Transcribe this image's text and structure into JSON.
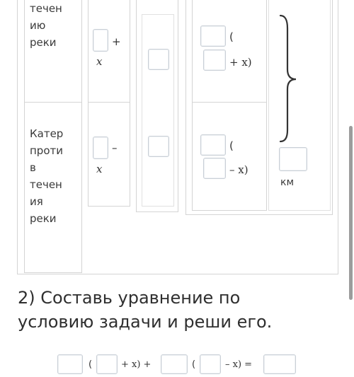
{
  "table": {
    "row1_label_lines": [
      "течен",
      "ию",
      "реки"
    ],
    "row2_label_lines": [
      "Катер",
      "проти",
      "в",
      "течен",
      "ия",
      "реки"
    ],
    "row1_speed": {
      "op": "+",
      "var": "x"
    },
    "row2_speed": {
      "op": "–",
      "var": "x"
    },
    "row1_distance": {
      "open": "(",
      "tail": "+ x)"
    },
    "row2_distance": {
      "open": "(",
      "tail": "– x)"
    },
    "total_unit": "км"
  },
  "task2": {
    "title_line1": "2) Составь уравнение по",
    "title_line2": "условию задачи и реши его."
  },
  "equation": {
    "p1": "(",
    "p2": "+ x) +",
    "p3": "(",
    "p4": "– x) ="
  }
}
